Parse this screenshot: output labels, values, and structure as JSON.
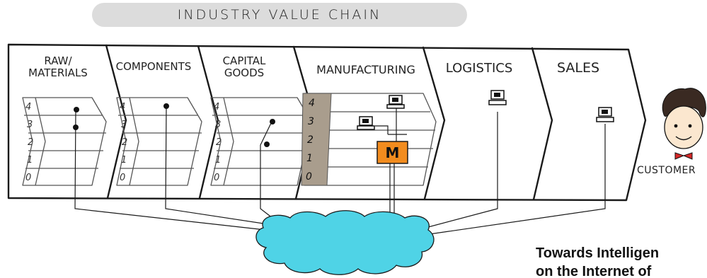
{
  "banner": {
    "title": "INDUSTRY VALUE CHAIN"
  },
  "stages": [
    {
      "label": "RAW/\nMATERIALS"
    },
    {
      "label": "COMPONENTS"
    },
    {
      "label": "CAPITAL\nGOODS"
    },
    {
      "label": "MANUFACTURING"
    },
    {
      "label": "LOGISTICS"
    },
    {
      "label": "SALES"
    }
  ],
  "levels": [
    "4",
    "3",
    "2",
    "1",
    "0"
  ],
  "manufacturing_node": {
    "label": "M",
    "color": "#f28c1e"
  },
  "customer": {
    "label": "CUSTOMER"
  },
  "cloud": {
    "color": "#4fd3e6"
  },
  "footer": {
    "line1": "Towards Intelligen",
    "line2": "on the Internet of"
  },
  "colors": {
    "ink": "#1a1a1a",
    "manufacturing_level_fill": "#a99d8d"
  }
}
